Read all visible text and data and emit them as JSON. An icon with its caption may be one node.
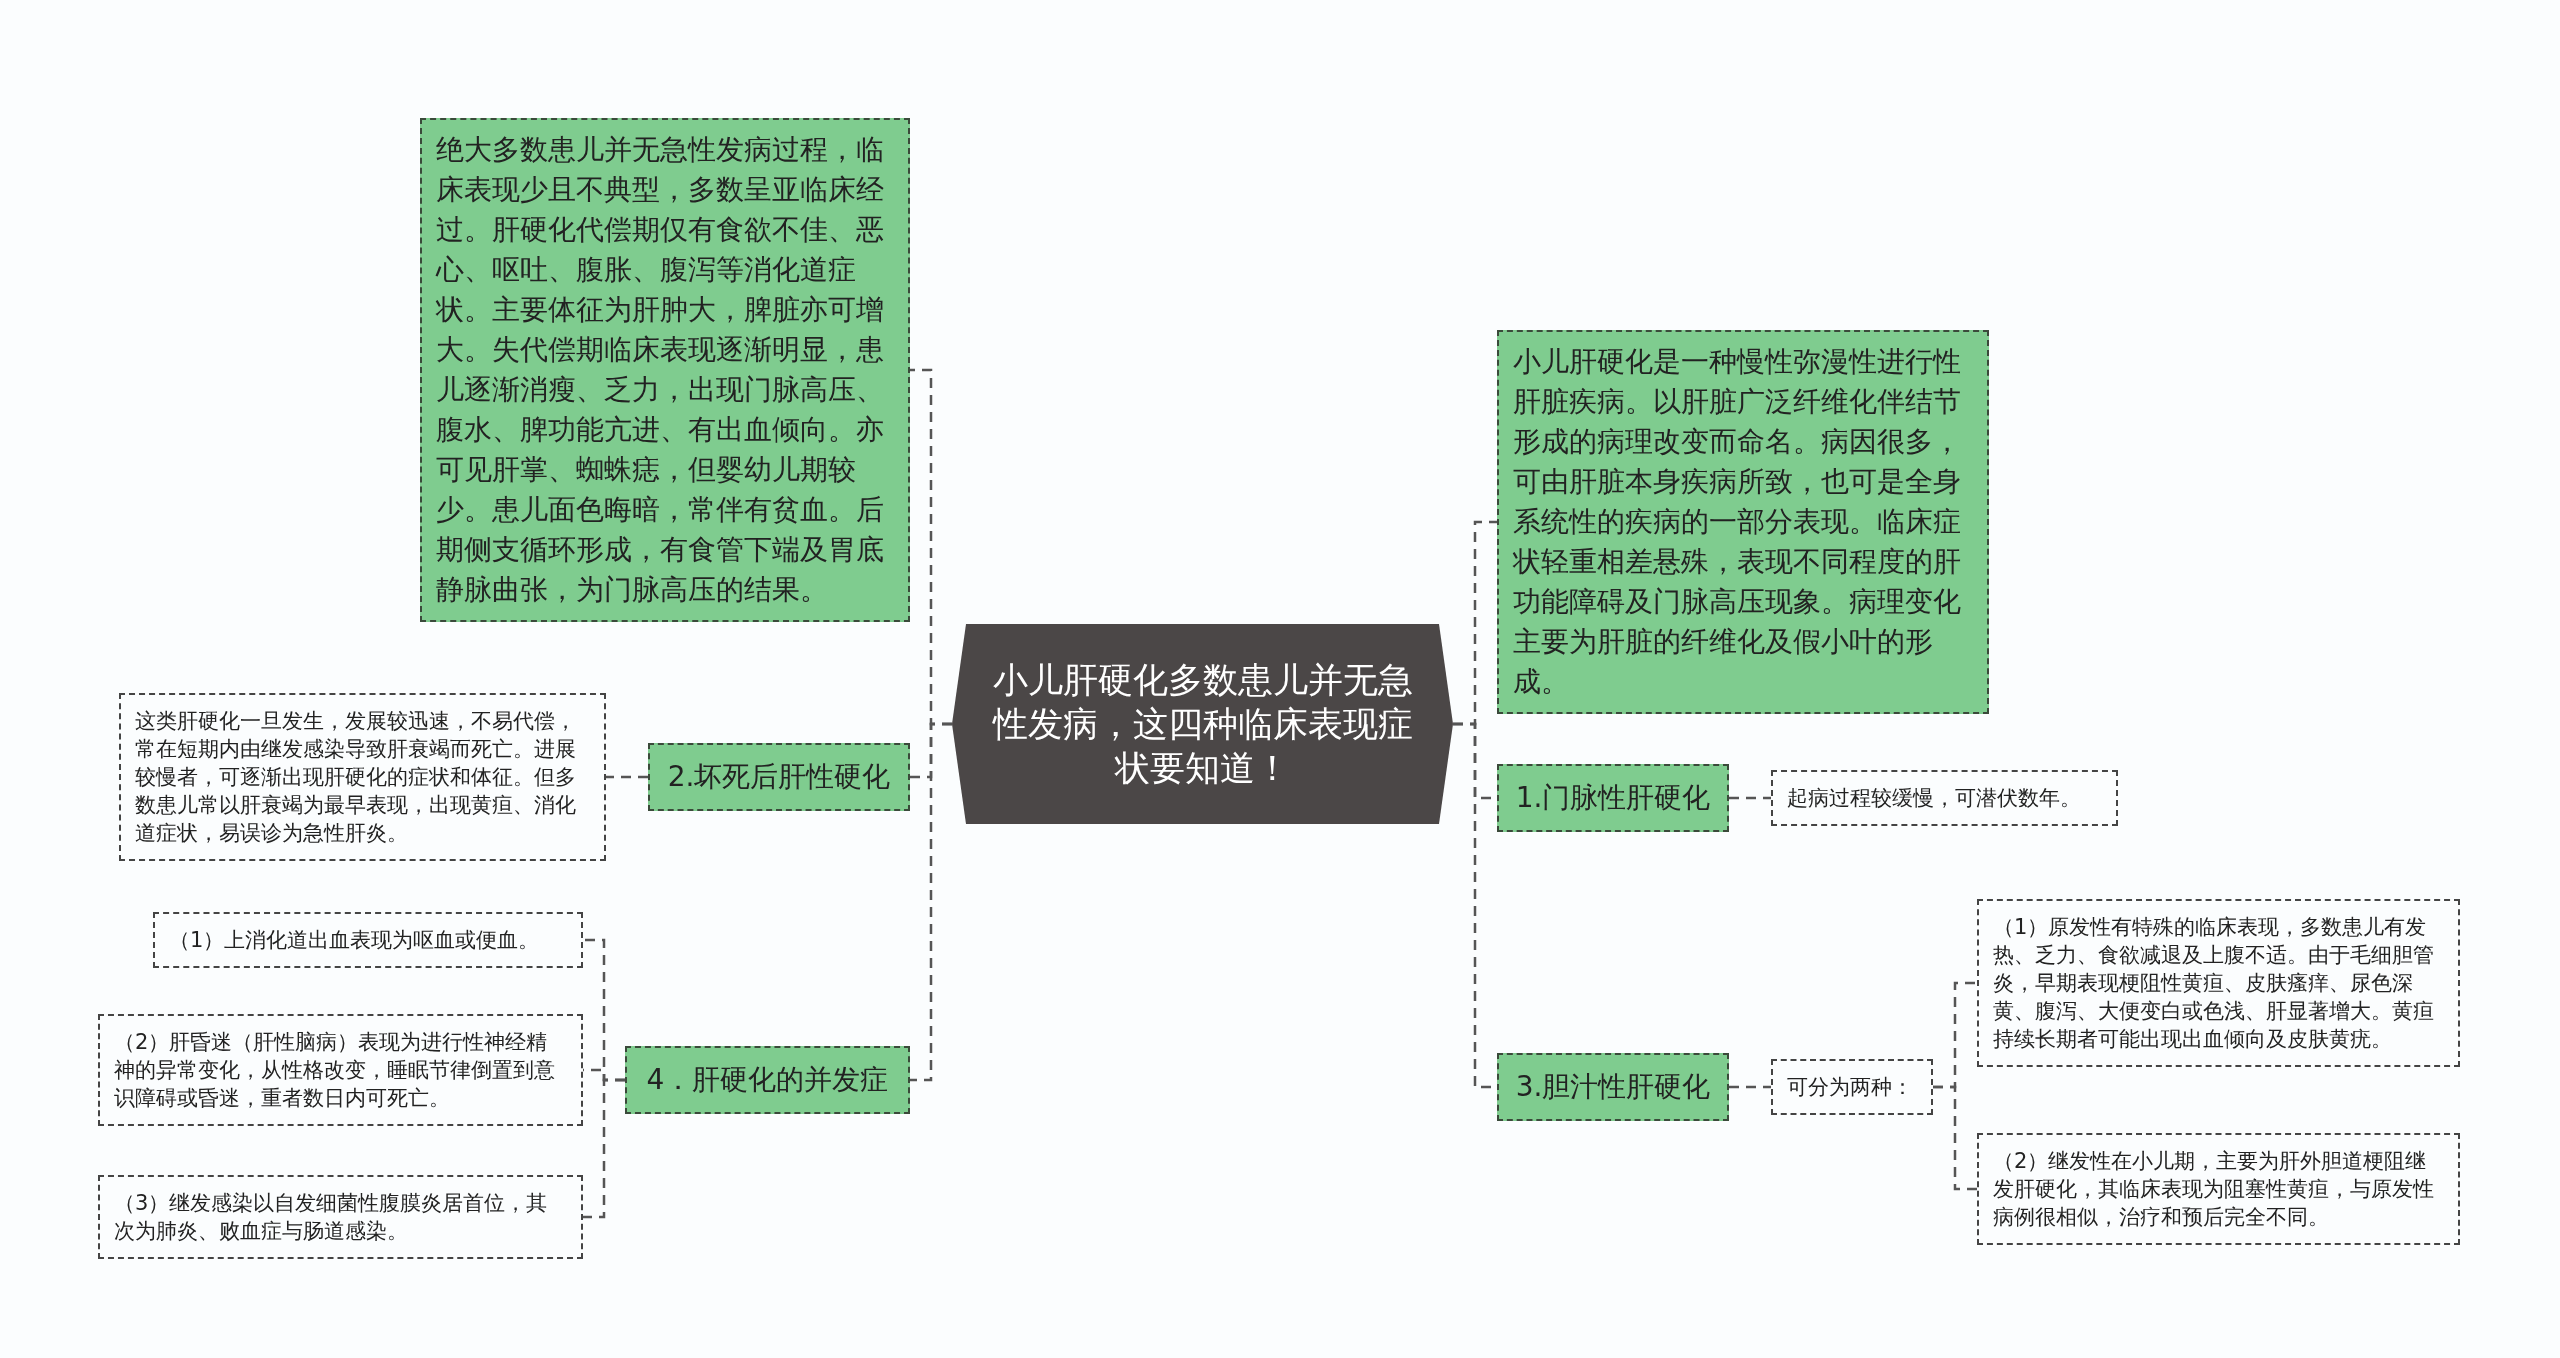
{
  "diagram": {
    "nodes": [
      {
        "text": [
          "小儿肝硬化多数患儿并无急性发病，这四种临床表现症状要知道！"
        ]
      },
      {
        "text": [
          "绝大多数患儿并无急性发病过程，临床表现少且不典型，多数呈亚临床经过。肝硬化代偿期仅有食欲不佳、恶心、呕吐、腹胀、腹泻等消化道症状。主要体征为肝肿大，脾脏亦可增大。失代偿期临床表现逐渐明显，患儿逐渐消瘦、乏力，出现门脉高压、腹水、脾功能亢进、有出血倾向。亦可见肝掌、蜘蛛痣，但婴幼儿期较少。患儿面色晦暗，常伴有贫血。后期侧支循环形成，有食管下端及胃底静脉曲张，为门脉高压的结果。"
        ]
      },
      {
        "text": [
          "2.坏死后肝性硬化"
        ]
      },
      {
        "text": [
          "这类肝硬化一旦发生，发展较迅速，不易代偿，常在短期内由继发感染导致肝衰竭而死亡。进展较慢者，可逐渐出现肝硬化的症状和体征。但多数患儿常以肝衰竭为最早表现，出现黄疸、消化道症状，易误诊为急性肝炎。"
        ]
      },
      {
        "text": [
          "4．肝硬化的并发症"
        ]
      },
      {
        "text": [
          "（1）上消化道出血表现为呕血或便血。"
        ]
      },
      {
        "text": [
          "（2）肝昏迷（肝性脑病）表现为进行性神经精神的异常变化，从性格改变，睡眠节律倒置到意识障碍或昏迷，重者数日内可死亡。"
        ]
      },
      {
        "text": [
          "（3）继发感染以自发细菌性腹膜炎居首位，其次为肺炎、败血症与肠道感染。"
        ]
      },
      {
        "text": [
          "小儿肝硬化是一种慢性弥漫性进行性肝脏疾病。以肝脏广泛纤维化伴结节形成的病理改变而命名。病因很多，可由肝脏本身疾病所致，也可是全身系统性的疾病的一部分表现。临床症状轻重相差悬殊，表现不同程度的肝功能障碍及门脉高压现象。病理变化主要为肝脏的纤维化及假小叶的形成。"
        ]
      },
      {
        "text": [
          "1.门脉性肝硬化"
        ]
      },
      {
        "text": [
          "起病过程较缓慢，可潜伏数年。"
        ]
      },
      {
        "text": [
          "3.胆汁性肝硬化"
        ]
      },
      {
        "text": [
          "可分为两种："
        ]
      },
      {
        "text": [
          "（1）原发性有特殊的临床表现，多数患儿有发热、乏力、食欲减退及上腹不适。由于毛细胆管炎，早期表现梗阻性黄疸、皮肤瘙痒、尿色深黄、腹泻、大便变白或色浅、肝显著增大。黄疸持续长期者可能出现出血倾向及皮肤黄疣。"
        ]
      },
      {
        "text": [
          "（2）继发性在小儿期，主要为肝外胆道梗阻继发肝硬化，其临床表现为阻塞性黄疸，与原发性病例很相似，治疗和预后完全不同。"
        ]
      }
    ],
    "edges": [
      {
        "from": 0,
        "to": 1,
        "arrow": "none",
        "style": "dashed"
      },
      {
        "from": 0,
        "to": 2,
        "arrow": "none",
        "style": "dashed"
      },
      {
        "from": 2,
        "to": 3,
        "arrow": "none",
        "style": "dashed"
      },
      {
        "from": 0,
        "to": 4,
        "arrow": "none",
        "style": "dashed"
      },
      {
        "from": 4,
        "to": 5,
        "arrow": "none",
        "style": "dashed"
      },
      {
        "from": 4,
        "to": 6,
        "arrow": "none",
        "style": "dashed"
      },
      {
        "from": 4,
        "to": 7,
        "arrow": "none",
        "style": "dashed"
      },
      {
        "from": 0,
        "to": 8,
        "arrow": "none",
        "style": "dashed"
      },
      {
        "from": 0,
        "to": 9,
        "arrow": "none",
        "style": "dashed"
      },
      {
        "from": 9,
        "to": 10,
        "arrow": "none",
        "style": "dashed"
      },
      {
        "from": 0,
        "to": 11,
        "arrow": "none",
        "style": "dashed"
      },
      {
        "from": 11,
        "to": 12,
        "arrow": "none",
        "style": "dashed"
      },
      {
        "from": 12,
        "to": 13,
        "arrow": "none",
        "style": "dashed"
      },
      {
        "from": 12,
        "to": 14,
        "arrow": "none",
        "style": "dashed"
      }
    ]
  }
}
